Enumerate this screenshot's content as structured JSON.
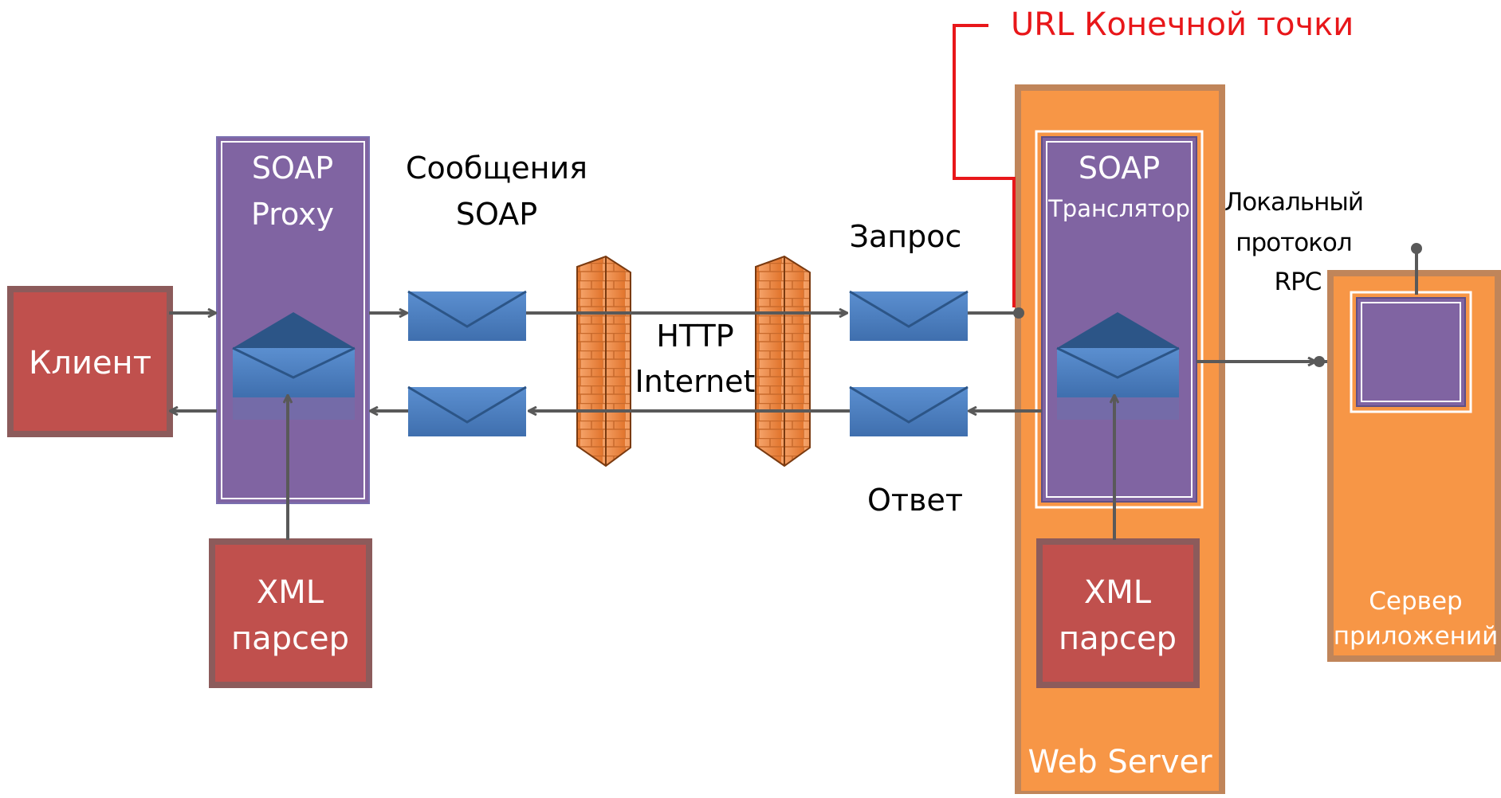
{
  "labels": {
    "client": "Клиент",
    "soap_proxy_line1": "SOAP",
    "soap_proxy_line2": "Proxy",
    "xml_parser_left_line1": "XML",
    "xml_parser_left_line2": "парсер",
    "soap_messages_line1": "Сообщения",
    "soap_messages_line2": "SOAP",
    "http_line1": "HTTP",
    "http_line2": "Internet",
    "request": "Запрос",
    "response": "Ответ",
    "endpoint_url": "URL Конечной точки",
    "soap_translator_line1": "SOAP",
    "soap_translator_line2": "Транслятор",
    "local_rpc_line1": "Локальный",
    "local_rpc_line2": "протокол",
    "local_rpc_line3": "RPC",
    "xml_parser_right_line1": "XML",
    "xml_parser_right_line2": "парсер",
    "web_server": "Web Server",
    "app_server_line1": "Сервер",
    "app_server_line2": "приложений"
  },
  "colors": {
    "red_box": "#c0504d",
    "red_box_border": "#8c5b5b",
    "purple_box": "#8064a2",
    "orange_box": "#f79646",
    "orange_border": "#c0855a",
    "envelope": "#4f81bd",
    "envelope_dark": "#2c5587",
    "arrow": "#595959",
    "endpoint": "#e8171a",
    "firewall": "#f79646"
  }
}
